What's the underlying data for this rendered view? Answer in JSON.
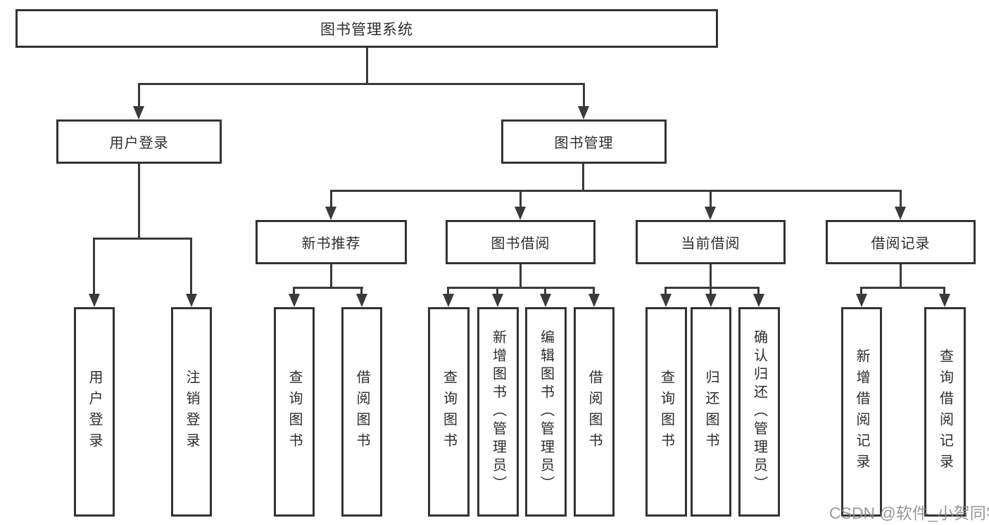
{
  "colors": {
    "background": "#ffffff",
    "line": "#3a3a3a",
    "box_border": "#333333",
    "text": "#2d2d2d",
    "watermark_text": "#8a8686"
  },
  "tree": {
    "root": {
      "label": "图书管理系统"
    },
    "branches": [
      {
        "label": "用户登录",
        "children": [
          {
            "label": "用户登录"
          },
          {
            "label": "注销登录"
          }
        ]
      },
      {
        "label": "图书管理",
        "children": [
          {
            "label": "新书推荐",
            "children": [
              {
                "label": "查询图书"
              },
              {
                "label": "借阅图书"
              }
            ]
          },
          {
            "label": "图书借阅",
            "children": [
              {
                "label": "查询图书"
              },
              {
                "label": "新增图书（管理员）"
              },
              {
                "label": "编辑图书（管理员）"
              },
              {
                "label": "借阅图书"
              }
            ]
          },
          {
            "label": "当前借阅",
            "children": [
              {
                "label": "查询图书"
              },
              {
                "label": "归还图书"
              },
              {
                "label": "确认归还（管理员）"
              }
            ]
          },
          {
            "label": "借阅记录",
            "children": [
              {
                "label": "新增借阅记录"
              },
              {
                "label": "查询借阅记录"
              }
            ]
          }
        ]
      }
    ]
  },
  "watermark": {
    "text": "CSDN @软件_小贺同学"
  }
}
